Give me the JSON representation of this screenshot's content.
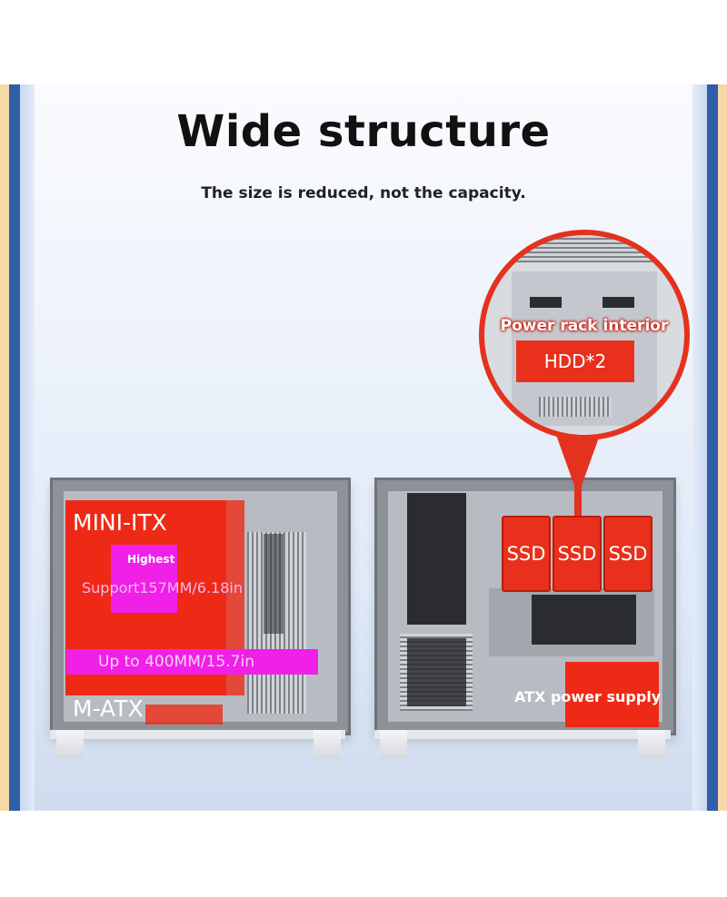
{
  "header": {
    "title": "Wide structure",
    "subtitle": "The size is reduced, not the capacity."
  },
  "left_case": {
    "mini_itx_label": "MINI-ITX",
    "highest_label": "Highest",
    "cooler_support": "Support157MM/6.18in",
    "gpu_length": "Up to 400MM/15.7in",
    "matx_label": "M-ATX"
  },
  "right_case": {
    "ssd_labels": [
      "SSD",
      "SSD",
      "SSD"
    ],
    "psu_label": "ATX power supply"
  },
  "zoom": {
    "title": "Power rack interior",
    "hdd_label": "HDD*2"
  },
  "colors": {
    "accent_red": "#ee2a16",
    "magenta": "#f020e8",
    "frame_blue": "#2f5fa8"
  }
}
